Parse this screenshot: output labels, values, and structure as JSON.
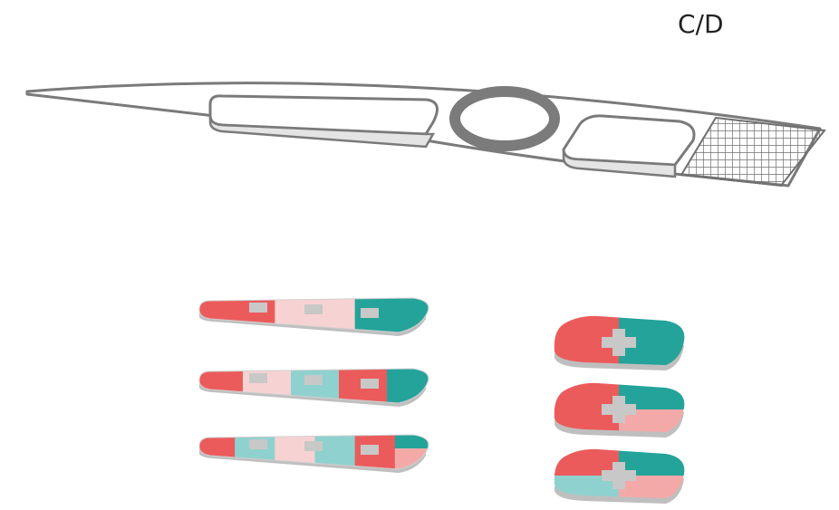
{
  "label": "C/D",
  "colors": {
    "red": "#ec5b5b",
    "pink_light": "#f7d2d2",
    "teal": "#24a39a",
    "teal_light": "#8fd1cf",
    "pink": "#f4a9a9",
    "outline": "#808080",
    "pad_gray": "#c8c8c8"
  },
  "elongated_pieces": [
    {
      "segments": [
        "red",
        "pink_light",
        "teal"
      ]
    },
    {
      "segments": [
        "red",
        "pink_light",
        "teal_light",
        "red",
        "teal"
      ]
    },
    {
      "segments": [
        "red",
        "teal_light",
        "pink_light",
        "teal_light",
        "red",
        "teal/pink"
      ]
    }
  ],
  "square_pieces": [
    {
      "quadrants": [
        "red",
        "teal",
        "red",
        "teal"
      ]
    },
    {
      "quadrants": [
        "red",
        "teal",
        "red",
        "pink"
      ]
    },
    {
      "quadrants": [
        "red",
        "teal",
        "teal_light",
        "pink"
      ]
    }
  ]
}
